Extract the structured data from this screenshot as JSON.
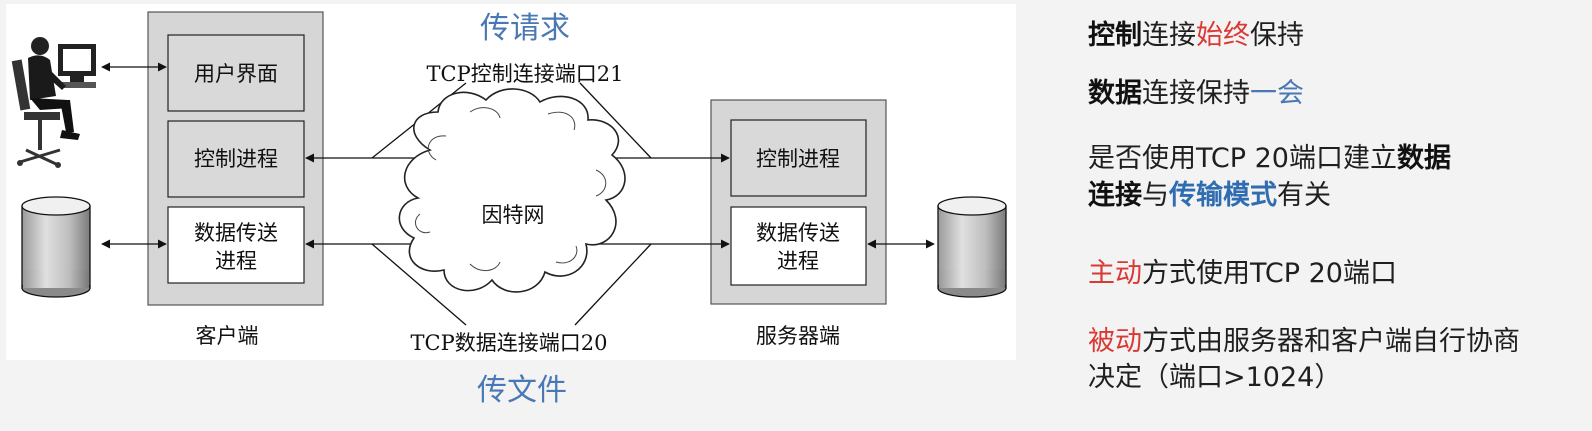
{
  "diagram": {
    "top_label": "传请求",
    "bottom_label": "传文件",
    "control_port_label": "TCP控制连接端口21",
    "data_port_label": "TCP数据连接端口20",
    "internet_label": "因特网",
    "client": {
      "caption": "客户端",
      "ui_box": "用户界面",
      "control_box": "控制进程",
      "data_box_line1": "数据传送",
      "data_box_line2": "进程"
    },
    "server": {
      "caption": "服务器端",
      "control_box": "控制进程",
      "data_box_line1": "数据传送",
      "data_box_line2": "进程"
    },
    "colors": {
      "accent_label": "#4a78b5",
      "panel_fill": "#d6d6d6",
      "box_fill": "#d9d9d9"
    },
    "icons": [
      "user-at-computer-icon",
      "client-database-icon",
      "server-database-icon",
      "internet-cloud-icon"
    ]
  },
  "notes": {
    "n1": {
      "a": "控制",
      "b": "连接",
      "c": "始终",
      "d": "保持"
    },
    "n2": {
      "a": "数据",
      "b": "连接保持",
      "c": "一会"
    },
    "n3": {
      "line1_a": "是否使用TCP 20端口建立",
      "line1_b": "数据",
      "line2_a": "连接",
      "line2_b": "与",
      "line2_c": "传输模式",
      "line2_d": "有关"
    },
    "n4": {
      "a": "主动",
      "b": "方式使用TCP 20端口"
    },
    "n5": {
      "line1_a": "被动",
      "line1_b": "方式由服务器和客户端自行协商",
      "line2": "决定（端口>1024）"
    }
  }
}
